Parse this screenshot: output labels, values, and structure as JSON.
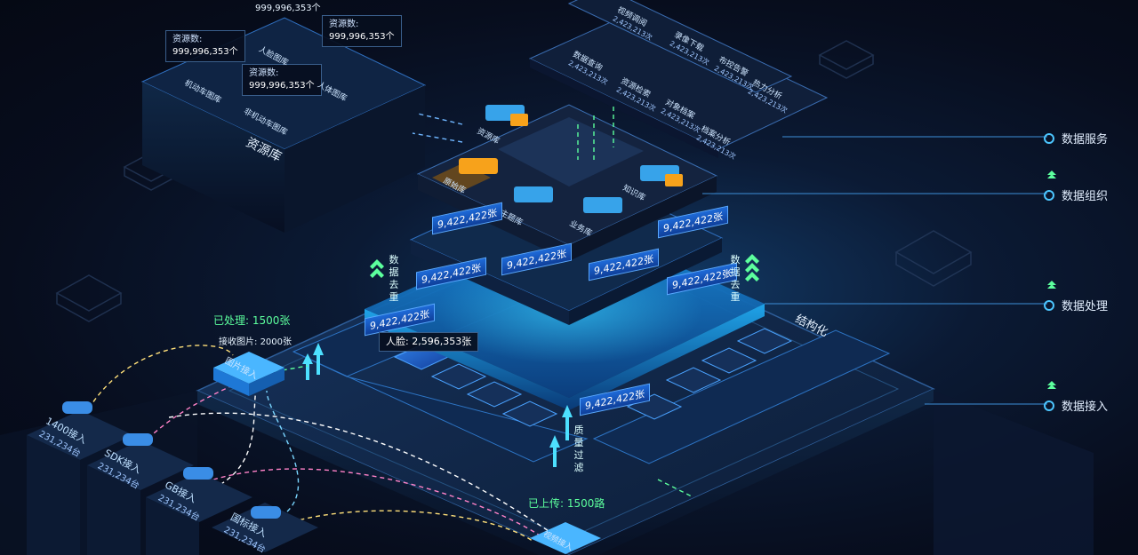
{
  "layers": {
    "service": "数据服务",
    "organize": "数据组织",
    "process": "数据处理",
    "access": "数据接入"
  },
  "resource_lib": {
    "title": "资源库",
    "callouts": [
      {
        "label": "资源数:",
        "value": "999,996,353个"
      },
      {
        "label": "资源数:",
        "value": "999,996,353个"
      },
      {
        "label": "资源数:",
        "value": "999,996,353个"
      }
    ],
    "top_value": "999,996,353个",
    "items": [
      "人脸图库",
      "机动车图库",
      "人体图库",
      "非机动车图库"
    ]
  },
  "service_items": [
    {
      "name": "视频调阅",
      "count": "2,423,213次"
    },
    {
      "name": "录像下载",
      "count": "2,423,213次"
    },
    {
      "name": "数据查询",
      "count": "2,423,213次"
    },
    {
      "name": "资源检索",
      "count": "2,423,213次"
    },
    {
      "name": "布控告警",
      "count": "2,423,213次"
    },
    {
      "name": "对象档案",
      "count": "2,423,213次"
    },
    {
      "name": "热力分析",
      "count": "2,423,213次"
    },
    {
      "name": "档案分析",
      "count": "2,423,213次"
    }
  ],
  "org_items": [
    "资源库",
    "原始库",
    "主题库",
    "业务库",
    "知识库"
  ],
  "counts": {
    "c1": "9,422,422张",
    "c2": "9,422,422张",
    "c3": "9,422,422张",
    "c4": "9,422,422张",
    "c5": "9,422,422张",
    "c6": "9,422,422张",
    "c7": "9,422,422张",
    "c8": "9,422,422张"
  },
  "dedup": [
    "数据去重",
    "数据去重"
  ],
  "face_tag": {
    "label": "人脸:",
    "value": "2,596,353张"
  },
  "structured": "结构化",
  "processed": {
    "label": "已处理:",
    "value": "1500张"
  },
  "received": {
    "label": "接收图片:",
    "value": "2000张"
  },
  "uploaded": {
    "label": "已上传:",
    "value": "1500路"
  },
  "quality": "质量过滤",
  "image_access": "图片接入",
  "video_access": "视频接入",
  "cameras": [
    {
      "name": "1400接入",
      "count": "231,234台"
    },
    {
      "name": "SDK接入",
      "count": "231,234台"
    },
    {
      "name": "GB接入",
      "count": "231,234台"
    },
    {
      "name": "国标接入",
      "count": "231,234台"
    }
  ],
  "colors": {
    "accent": "#1fb6ff",
    "green": "#5cff9d",
    "orange": "#f7a21b"
  }
}
